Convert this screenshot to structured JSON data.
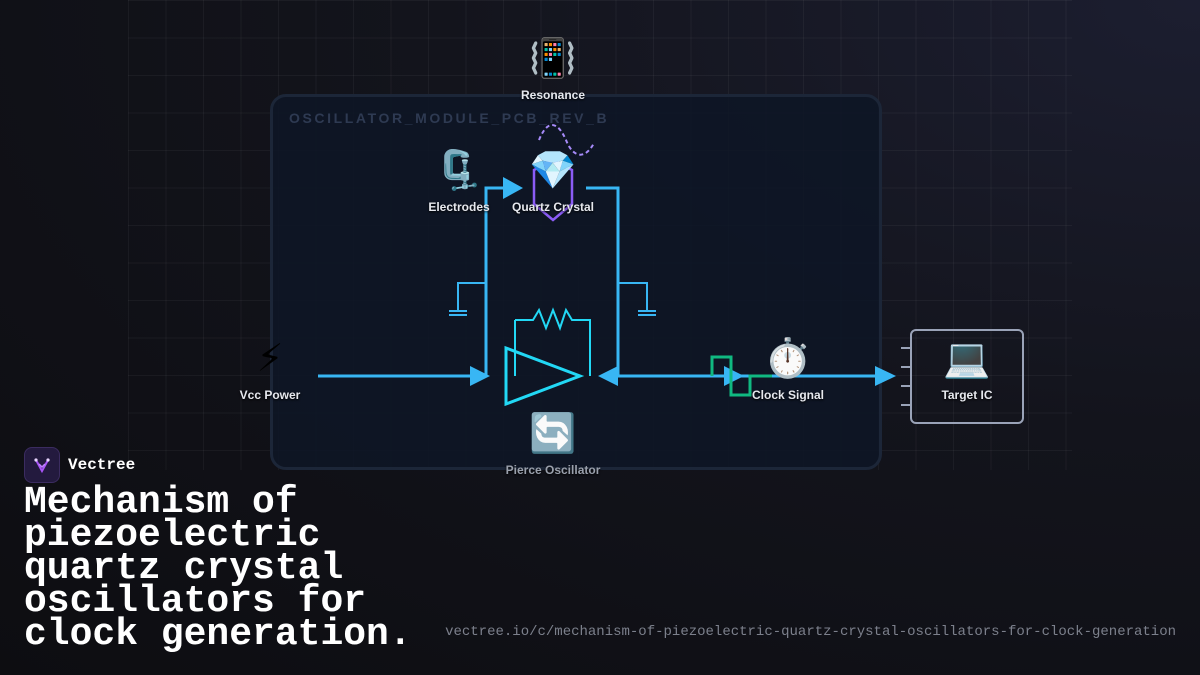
{
  "diagram": {
    "module_label": "OSCILLATOR_MODULE_PCB_REV_B",
    "nodes": {
      "resonance": {
        "icon": "vibrating-phone-icon",
        "glyph": "📳",
        "label": "Resonance"
      },
      "electrodes": {
        "icon": "clamp-icon",
        "glyph": "🗜️",
        "label": "Electrodes"
      },
      "quartz": {
        "icon": "gem-icon",
        "glyph": "💎",
        "label": "Quartz Crystal"
      },
      "vcc": {
        "icon": "lightning-icon",
        "glyph": "⚡",
        "label": "Vcc Power"
      },
      "pierce": {
        "icon": "cycle-arrows-icon",
        "glyph": "🔄",
        "label": "Pierce Oscillator"
      },
      "clock": {
        "icon": "stopwatch-icon",
        "glyph": "⏱️",
        "label": "Clock Signal"
      },
      "target": {
        "icon": "laptop-icon",
        "glyph": "💻",
        "label": "Target IC"
      }
    },
    "colors": {
      "wire": "#38b6f4",
      "amplifier": "#22d8f5",
      "crystal": "#8b5cf6",
      "clock_wave": "#10b981",
      "resonance_wave": "#a78bfa"
    }
  },
  "footer": {
    "brand": "Vectree",
    "title": "Mechanism of piezoelectric quartz crystal oscillators for clock generation.",
    "url": "vectree.io/c/mechanism-of-piezoelectric-quartz-crystal-oscillators-for-clock-generation"
  }
}
